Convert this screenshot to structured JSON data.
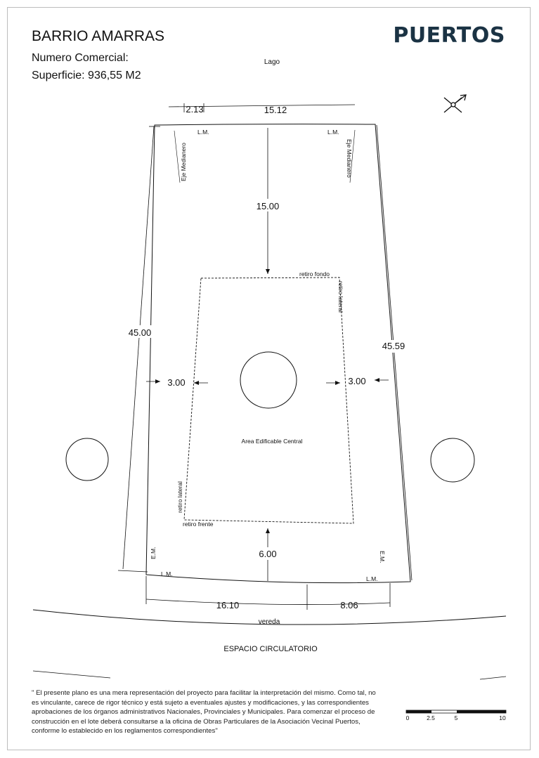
{
  "header": {
    "title": "BARRIO AMARRAS",
    "numero_label": "Numero Comercial:",
    "superficie_label": "Superficie: 936,55 M2",
    "logo": "PUERTOS"
  },
  "plan": {
    "top_label": "Lago",
    "dim_top_left": "2.13",
    "dim_top_right": "15.12",
    "dim_back_setback": "15.00",
    "dim_left_side": "45.00",
    "dim_right_side": "45.59",
    "dim_left_setback": "3.00",
    "dim_right_setback": "3.00",
    "dim_front_setback": "6.00",
    "dim_bottom_left": "16.10",
    "dim_bottom_right": "8.06",
    "lm": "L.M.",
    "em": "E.M.",
    "eje_medianero": "Eje Medianero",
    "retiro_fondo": "retiro fondo",
    "retiro_lateral": "retiro lateral",
    "retiro_frente": "retiro frente",
    "area_label": "Area Edificable Central",
    "vereda": "vereda",
    "espacio": "ESPACIO CIRCULATORIO"
  },
  "scale_bar": {
    "ticks": [
      "0",
      "2.5",
      "5",
      "10"
    ]
  },
  "disclaimer": "\" El presente plano es una mera representación del proyecto para facilitar la interpretación del mismo. Como tal, no es vinculante, carece de rigor técnico y está sujeto a eventuales ajustes y modificaciones, y las correspondientes aprobaciones de los órganos administrativos Nacionales, Provinciales y Municipales. Para comenzar el proceso de construcción en el lote deberá consultarse a la oficina de Obras Particulares de la Asociación Vecinal Puertos, conforme lo establecido en los reglamentos correspondientes\""
}
